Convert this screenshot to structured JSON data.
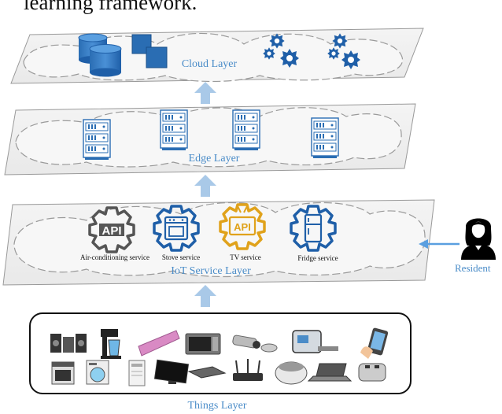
{
  "caption_fragment": "learning framework.",
  "layers": {
    "cloud": "Cloud Layer",
    "edge": "Edge Layer",
    "iot": "IoT Service Layer",
    "things": "Things Layer"
  },
  "services": [
    {
      "label": "Air-conditioning service",
      "icon": "api-gear-icon",
      "color": "#555555"
    },
    {
      "label": "Stove service",
      "icon": "stove-gear-icon",
      "color": "#1f5fa8"
    },
    {
      "label": "TV service",
      "icon": "api-tv-gear-icon",
      "color": "#e0a21b"
    },
    {
      "label": "Fridge service",
      "icon": "fridge-gear-icon",
      "color": "#1f5fa8"
    }
  ],
  "actor": {
    "label": "Resident",
    "icon": "resident-icon"
  },
  "colors": {
    "accent": "#4a8cc8",
    "arrow": "#a9c9e8",
    "icon_blue": "#1f5fa8"
  }
}
